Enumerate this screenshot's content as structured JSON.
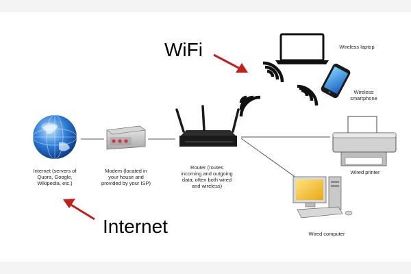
{
  "headline_wifi": "WiFi",
  "headline_internet": "Internet",
  "devices": {
    "internet": {
      "label": "Internet (servers of\nQuora, Google,\nWikipedia, etc.)",
      "icon": "globe-icon"
    },
    "modem": {
      "label": "Modem (located in\nyour house and\nprovided by your ISP)",
      "icon": "modem-icon"
    },
    "router": {
      "label": "Router (routes\nincoming and outgoing\ndata; often both wired\nand wireless)",
      "icon": "router-icon"
    },
    "laptop": {
      "label": "Wireless laptop",
      "icon": "laptop-icon"
    },
    "smartphone": {
      "label": "Wireless\nsmartphone",
      "icon": "smartphone-icon"
    },
    "printer": {
      "label": "Wired printer",
      "icon": "printer-icon"
    },
    "computer": {
      "label": "Wired computer",
      "icon": "computer-icon"
    }
  },
  "colors": {
    "arrow": "#c41e1e",
    "line": "#555555",
    "globe": "#2f7fd8",
    "modem_lights": "#d8323c",
    "router_body": "#1a1a1a",
    "phone_screen": "#2a8fe0",
    "monitor_screen": "#f2c12e"
  }
}
